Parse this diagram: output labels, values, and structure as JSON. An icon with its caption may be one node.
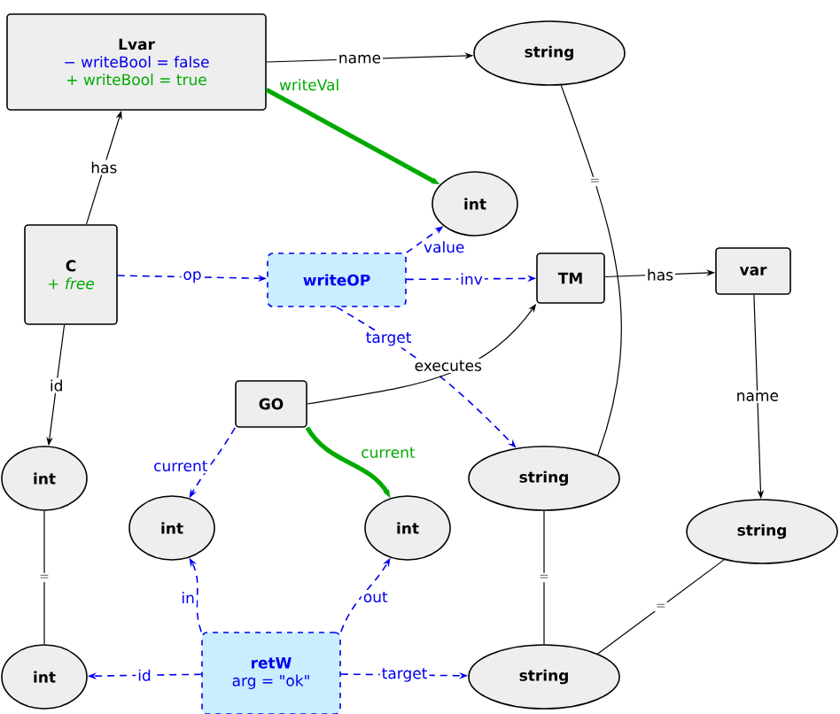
{
  "diagram": {
    "nodes": [
      {
        "text": [
          "Lvar",
          "− writeBool = false",
          "+ writeBool = true"
        ]
      },
      {
        "text": [
          "string"
        ]
      },
      {
        "text": [
          "int"
        ]
      },
      {
        "text": [
          "C",
          "+ free"
        ]
      },
      {
        "text": [
          "writeOP"
        ]
      },
      {
        "text": [
          "TM"
        ]
      },
      {
        "text": [
          "var"
        ]
      },
      {
        "text": [
          "GO"
        ]
      },
      {
        "text": [
          "int"
        ]
      },
      {
        "text": [
          "string"
        ]
      },
      {
        "text": [
          "int"
        ]
      },
      {
        "text": [
          "int"
        ]
      },
      {
        "text": [
          "string"
        ]
      },
      {
        "text": [
          "int"
        ]
      },
      {
        "text": [
          "retW",
          "arg = \"ok\""
        ]
      },
      {
        "text": [
          "string"
        ]
      }
    ],
    "edges": [
      {
        "from": 0,
        "to": 1,
        "arrow": "to",
        "label": "name"
      },
      {
        "from": 3,
        "to": 0,
        "arrow": "to",
        "label": "has"
      },
      {
        "from": 0,
        "to": 2,
        "arrow": "to",
        "label": "writeVal",
        "style": "thick",
        "color": "#00aa00"
      },
      {
        "from": 3,
        "to": 4,
        "arrow": "to",
        "label": "op",
        "style": "dashed",
        "color": "#0000ee"
      },
      {
        "from": 4,
        "to": 2,
        "arrow": "to",
        "label": "value",
        "style": "dashed",
        "color": "#0000ee"
      },
      {
        "from": 4,
        "to": 5,
        "arrow": "to",
        "label": "inv",
        "style": "dashed",
        "color": "#0000ee"
      },
      {
        "from": 4,
        "to": 9,
        "arrow": "to",
        "label": "target",
        "style": "dashed",
        "color": "#0000ee"
      },
      {
        "from": 7,
        "to": 5,
        "arrow": "to",
        "label": "executes"
      },
      {
        "from": 5,
        "to": 6,
        "arrow": "to",
        "label": "has"
      },
      {
        "from": 6,
        "to": 12,
        "arrow": "to",
        "label": "name"
      },
      {
        "from": 1,
        "to": 9,
        "arrow": "none",
        "label": "="
      },
      {
        "from": 3,
        "to": 8,
        "arrow": "to",
        "label": "id"
      },
      {
        "from": 8,
        "to": 13,
        "arrow": "none",
        "label": "="
      },
      {
        "from": 7,
        "to": 10,
        "arrow": "to",
        "label": "current",
        "style": "dashed",
        "color": "#0000ee"
      },
      {
        "from": 7,
        "to": 11,
        "arrow": "to",
        "label": "current",
        "style": "thick",
        "color": "#00aa00"
      },
      {
        "from": 14,
        "to": 10,
        "arrow": "to",
        "label": "in",
        "style": "dashed",
        "color": "#0000ee"
      },
      {
        "from": 14,
        "to": 11,
        "arrow": "to",
        "label": "out",
        "style": "dashed",
        "color": "#0000ee"
      },
      {
        "from": 14,
        "to": 13,
        "arrow": "to",
        "label": "id",
        "style": "dashed",
        "color": "#0000ee"
      },
      {
        "from": 14,
        "to": 15,
        "arrow": "to",
        "label": "target",
        "style": "dashed",
        "color": "#0000ee"
      },
      {
        "from": 9,
        "to": 15,
        "arrow": "none",
        "label": "="
      },
      {
        "from": 12,
        "to": 15,
        "arrow": "none",
        "label": "="
      }
    ]
  }
}
